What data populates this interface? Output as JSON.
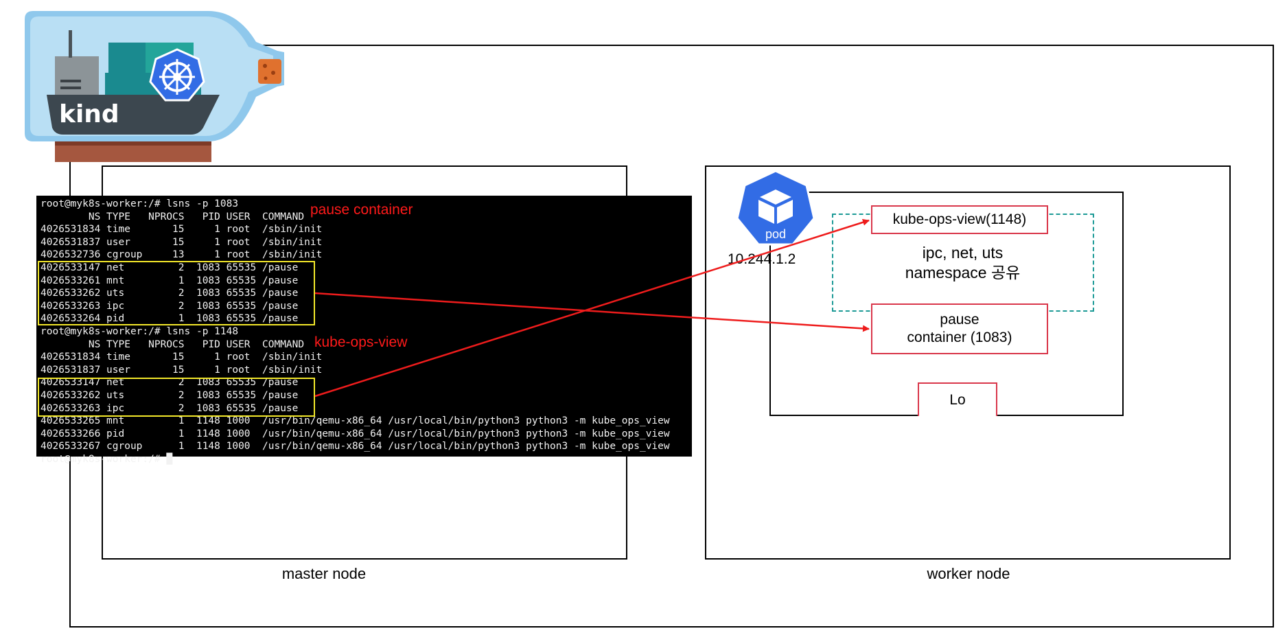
{
  "logo": {
    "text": "kind"
  },
  "master_node": {
    "caption": "master node"
  },
  "worker_node": {
    "caption": "worker node"
  },
  "terminal": {
    "lines": [
      "root@myk8s-worker:/# lsns -p 1083",
      "        NS TYPE   NPROCS   PID USER  COMMAND",
      "4026531834 time       15     1 root  /sbin/init",
      "4026531837 user       15     1 root  /sbin/init",
      "4026532736 cgroup     13     1 root  /sbin/init",
      "4026533147 net         2  1083 65535 /pause",
      "4026533261 mnt         1  1083 65535 /pause",
      "4026533262 uts         2  1083 65535 /pause",
      "4026533263 ipc         2  1083 65535 /pause",
      "4026533264 pid         1  1083 65535 /pause",
      "root@myk8s-worker:/# lsns -p 1148",
      "        NS TYPE   NPROCS   PID USER  COMMAND",
      "4026531834 time       15     1 root  /sbin/init",
      "4026531837 user       15     1 root  /sbin/init",
      "4026533147 net         2  1083 65535 /pause",
      "4026533262 uts         2  1083 65535 /pause",
      "4026533263 ipc         2  1083 65535 /pause",
      "4026533265 mnt         1  1148 1000  /usr/bin/qemu-x86_64 /usr/local/bin/python3 python3 -m kube_ops_view",
      "4026533266 pid         1  1148 1000  /usr/bin/qemu-x86_64 /usr/local/bin/python3 python3 -m kube_ops_view",
      "4026533267 cgroup      1  1148 1000  /usr/bin/qemu-x86_64 /usr/local/bin/python3 python3 -m kube_ops_view",
      "root@myk8s-worker:/# █"
    ],
    "label_pause": "pause container",
    "label_kube": "kube-ops-view"
  },
  "pod": {
    "icon_label": "pod",
    "ip": "10.244.1.2",
    "kube_ops_view": "kube-ops-view(1148)",
    "shared_ns_line1": "ipc, net, uts",
    "shared_ns_line2": "namespace 공유",
    "pause_line1": "pause",
    "pause_line2": "container (1083)",
    "lo": "Lo"
  },
  "colors": {
    "terminal_bg": "#000000",
    "highlight": "#f3e82a",
    "annotation_red": "#ff1a1a",
    "box_red": "#d9364a",
    "dashed_teal": "#1c9a96",
    "pod_blue": "#326ce5"
  }
}
